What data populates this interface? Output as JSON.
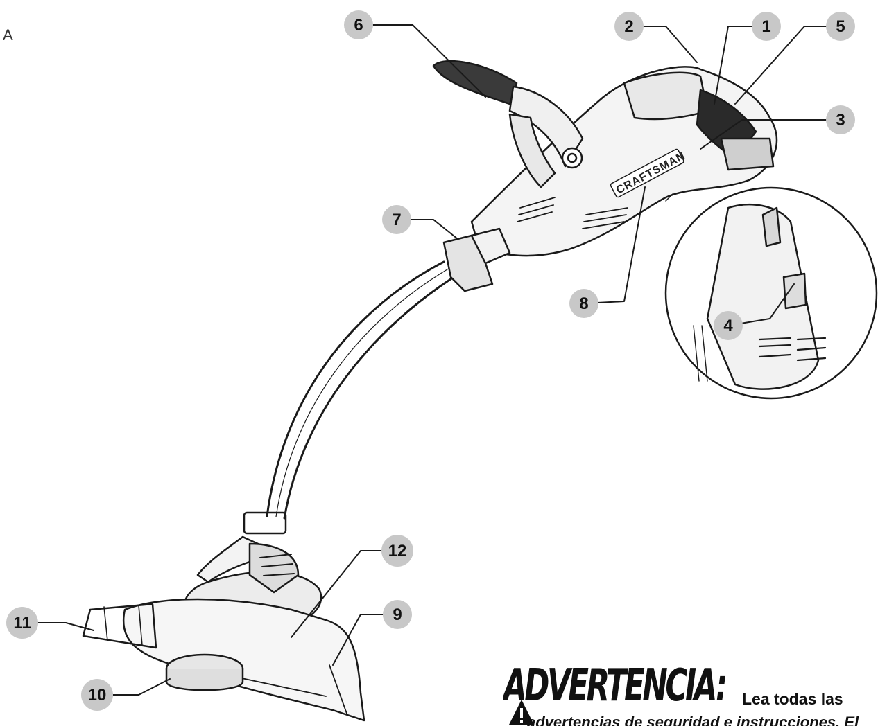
{
  "figure": {
    "label": "A"
  },
  "callouts": [
    {
      "number": "1"
    },
    {
      "number": "2"
    },
    {
      "number": "3"
    },
    {
      "number": "4"
    },
    {
      "number": "5"
    },
    {
      "number": "6"
    },
    {
      "number": "7"
    },
    {
      "number": "8"
    },
    {
      "number": "9"
    },
    {
      "number": "10"
    },
    {
      "number": "11"
    },
    {
      "number": "12"
    }
  ],
  "brand": {
    "logo_text": "CRAFTSMAN"
  },
  "warning": {
    "title": "ADVERTENCIA:",
    "intro": "Lea todas las",
    "body_partial": "advertencias de seguridad e instrucciones. El",
    "icon": "warning-triangle-icon"
  }
}
